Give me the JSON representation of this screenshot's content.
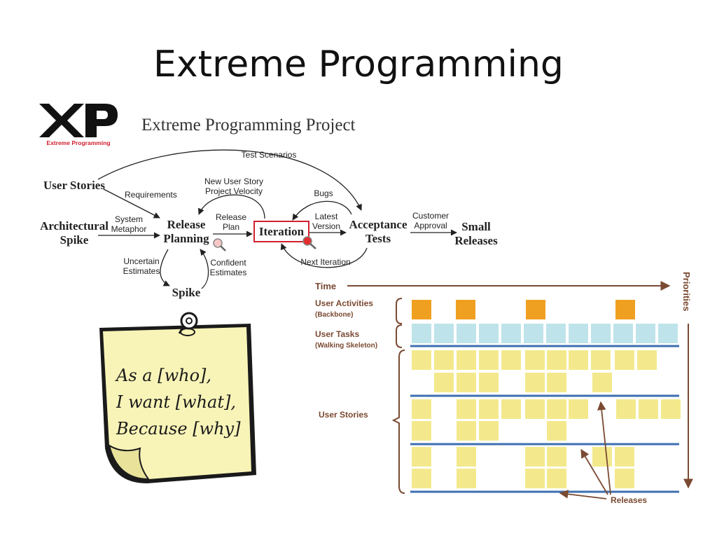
{
  "slide": {
    "title": "Extreme Programming"
  },
  "xp_logo": {
    "letters": "XP",
    "caption": "Extreme Programming",
    "brand_color": "#d1202f"
  },
  "flow": {
    "title": "Extreme Programming Project",
    "nodes": {
      "user_stories": "User Stories",
      "arch_spike_1": "Architectural",
      "arch_spike_2": "Spike",
      "release_planning_1": "Release",
      "release_planning_2": "Planning",
      "iteration": "Iteration",
      "acceptance_1": "Acceptance",
      "acceptance_2": "Tests",
      "small_releases_1": "Small",
      "small_releases_2": "Releases",
      "spike": "Spike"
    },
    "edges": {
      "test_scenarios": "Test Scenarios",
      "requirements": "Requirements",
      "new_user_story_1": "New User Story",
      "new_user_story_2": "Project Velocity",
      "bugs": "Bugs",
      "system_metaphor_1": "System",
      "system_metaphor_2": "Metaphor",
      "release_plan_1": "Release",
      "release_plan_2": "Plan",
      "latest_version_1": "Latest",
      "latest_version_2": "Version",
      "customer_approval_1": "Customer",
      "customer_approval_2": "Approval",
      "uncertain_1": "Uncertain",
      "uncertain_2": "Estimates",
      "confident_1": "Confident",
      "confident_2": "Estimates",
      "next_iteration": "Next Iteration"
    },
    "highlight_color": "#d1202f"
  },
  "sticky_note": {
    "line1": "As a [who],",
    "line2": "I want [what],",
    "line3": "Because [why]",
    "note_color": "#f8f4b8"
  },
  "story_map": {
    "time_label": "Time",
    "priorities_label": "Priorities",
    "user_activities_1": "User Activities",
    "user_activities_2": "(Backbone)",
    "user_tasks_1": "User Tasks",
    "user_tasks_2": "(Walking Skeleton)",
    "user_stories": "User Stories",
    "releases": "Releases",
    "colors": {
      "label": "#7a4a32",
      "activity": "#f0a020",
      "task": "#bfe3ea",
      "story": "#f3e98c",
      "release_line": "#3d6fb0"
    }
  }
}
